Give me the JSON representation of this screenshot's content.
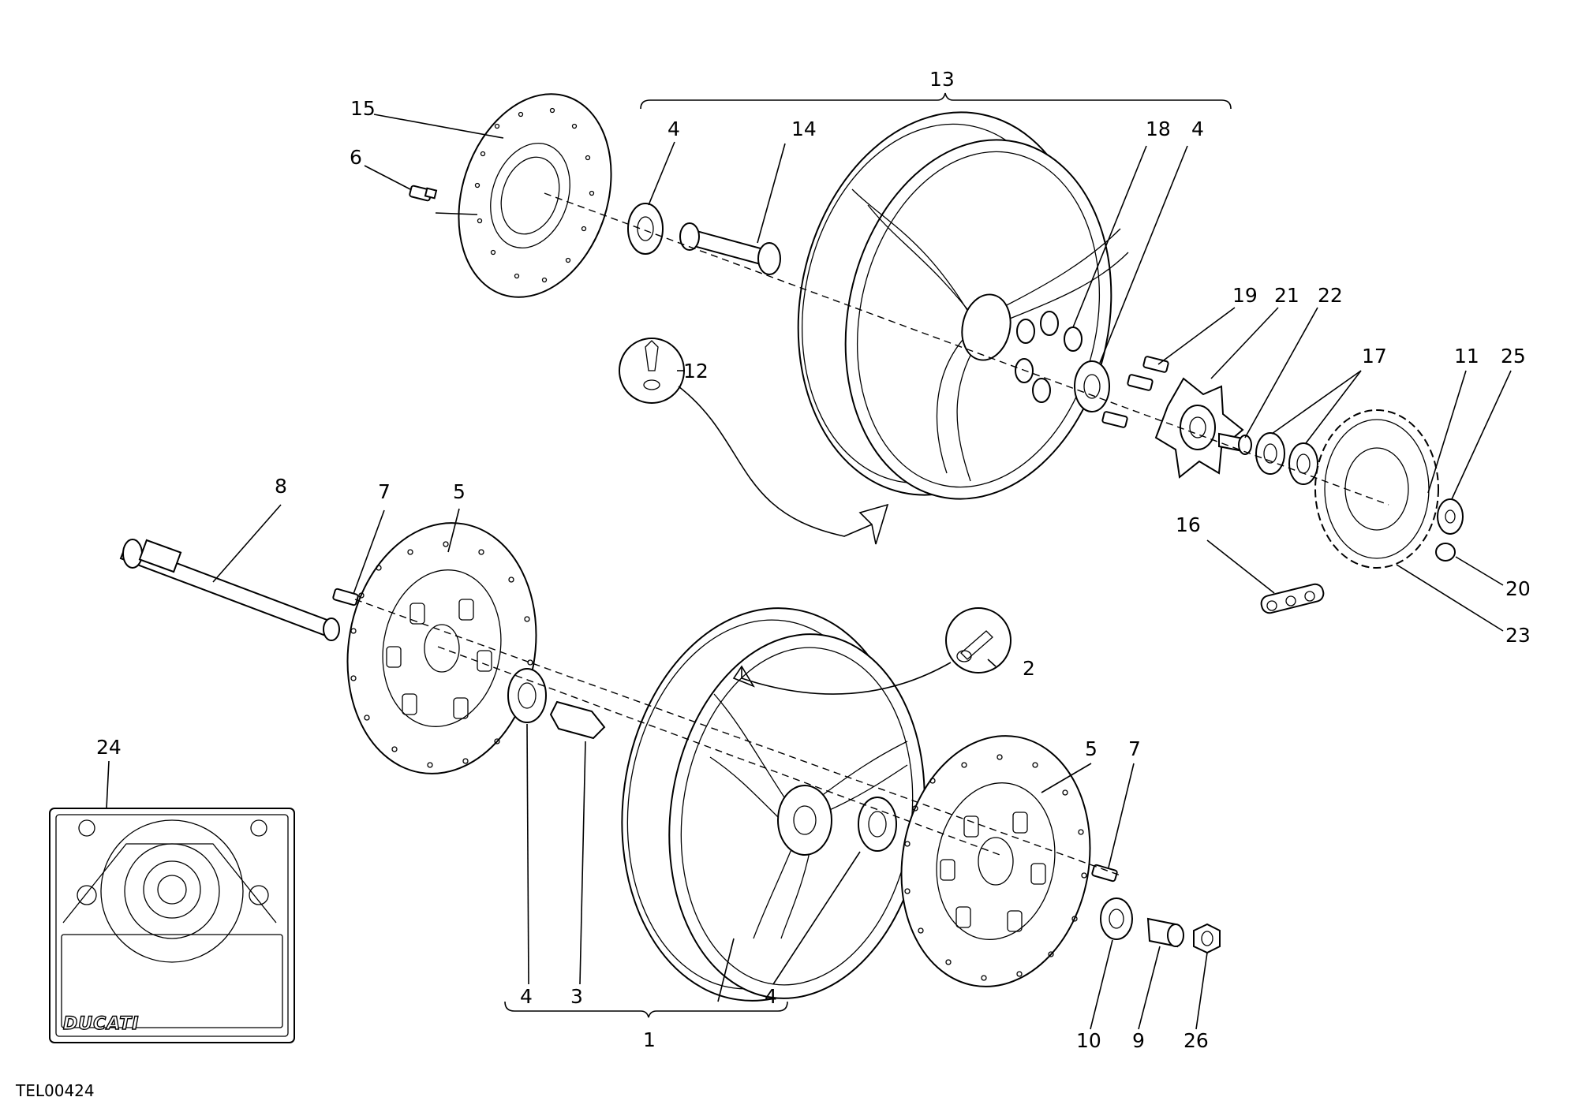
{
  "callouts": [
    {
      "id": "c15",
      "text": "15"
    },
    {
      "id": "c6",
      "text": "6"
    },
    {
      "id": "c13",
      "text": "13"
    },
    {
      "id": "c4a",
      "text": "4"
    },
    {
      "id": "c14",
      "text": "14"
    },
    {
      "id": "c18",
      "text": "18"
    },
    {
      "id": "c4b",
      "text": "4"
    },
    {
      "id": "c12",
      "text": "12"
    },
    {
      "id": "c19",
      "text": "19"
    },
    {
      "id": "c21",
      "text": "21"
    },
    {
      "id": "c22",
      "text": "22"
    },
    {
      "id": "c17",
      "text": "17"
    },
    {
      "id": "c11",
      "text": "11"
    },
    {
      "id": "c25",
      "text": "25"
    },
    {
      "id": "c8",
      "text": "8"
    },
    {
      "id": "c7a",
      "text": "7"
    },
    {
      "id": "c5a",
      "text": "5"
    },
    {
      "id": "c16",
      "text": "16"
    },
    {
      "id": "c20",
      "text": "20"
    },
    {
      "id": "c23",
      "text": "23"
    },
    {
      "id": "c2",
      "text": "2"
    },
    {
      "id": "c24",
      "text": "24"
    },
    {
      "id": "c5b",
      "text": "5"
    },
    {
      "id": "c7b",
      "text": "7"
    },
    {
      "id": "c4c",
      "text": "4"
    },
    {
      "id": "c3",
      "text": "3"
    },
    {
      "id": "c4d",
      "text": "4"
    },
    {
      "id": "c1",
      "text": "1"
    },
    {
      "id": "c10",
      "text": "10"
    },
    {
      "id": "c9",
      "text": "9"
    },
    {
      "id": "c26",
      "text": "26"
    }
  ],
  "drawing_code": "TEL00424",
  "logo_text": "DUCATI",
  "colors": {
    "ink": "#000000",
    "paper": "#ffffff"
  }
}
